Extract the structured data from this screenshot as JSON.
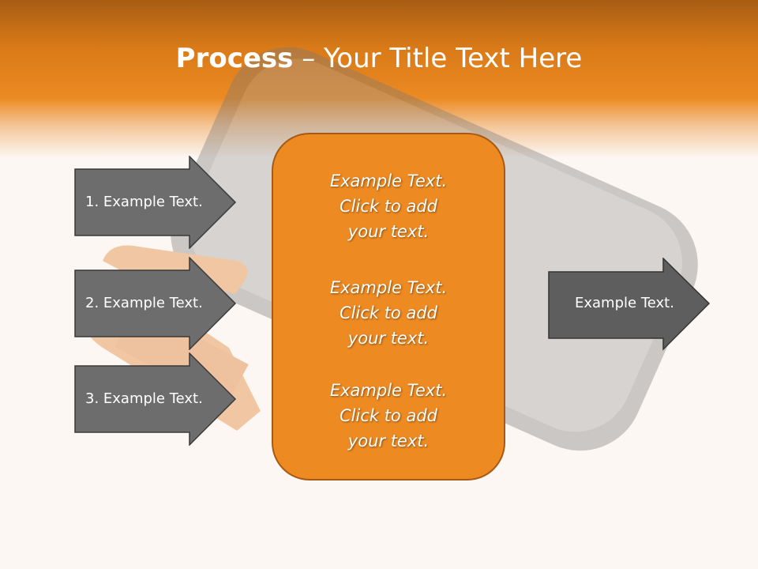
{
  "slide": {
    "title_bold": "Process",
    "title_dash": " – ",
    "title_rest": "Your Title Text Here",
    "left_arrows": [
      {
        "label": "1. Example Text."
      },
      {
        "label": "2. Example Text."
      },
      {
        "label": "3. Example Text."
      }
    ],
    "center_box": {
      "paragraphs": [
        {
          "line1": "Example Text.",
          "line2": "Click  to add",
          "line3": "your text."
        },
        {
          "line1": "Example Text.",
          "line2": "Click  to add",
          "line3": "your text."
        },
        {
          "line1": "Example Text.",
          "line2": "Click  to add",
          "line3": "your text."
        }
      ]
    },
    "right_arrow": {
      "label": "Example Text."
    }
  },
  "colors": {
    "header_orange": "#ec8a22",
    "center_fill": "#ed8a22",
    "arrow_fill": "#6d6d6d",
    "right_arrow_fill": "#5e5e5e",
    "background": "#fcf7f3"
  },
  "icons": {
    "background_image": "external-hard-drive-illustration"
  }
}
